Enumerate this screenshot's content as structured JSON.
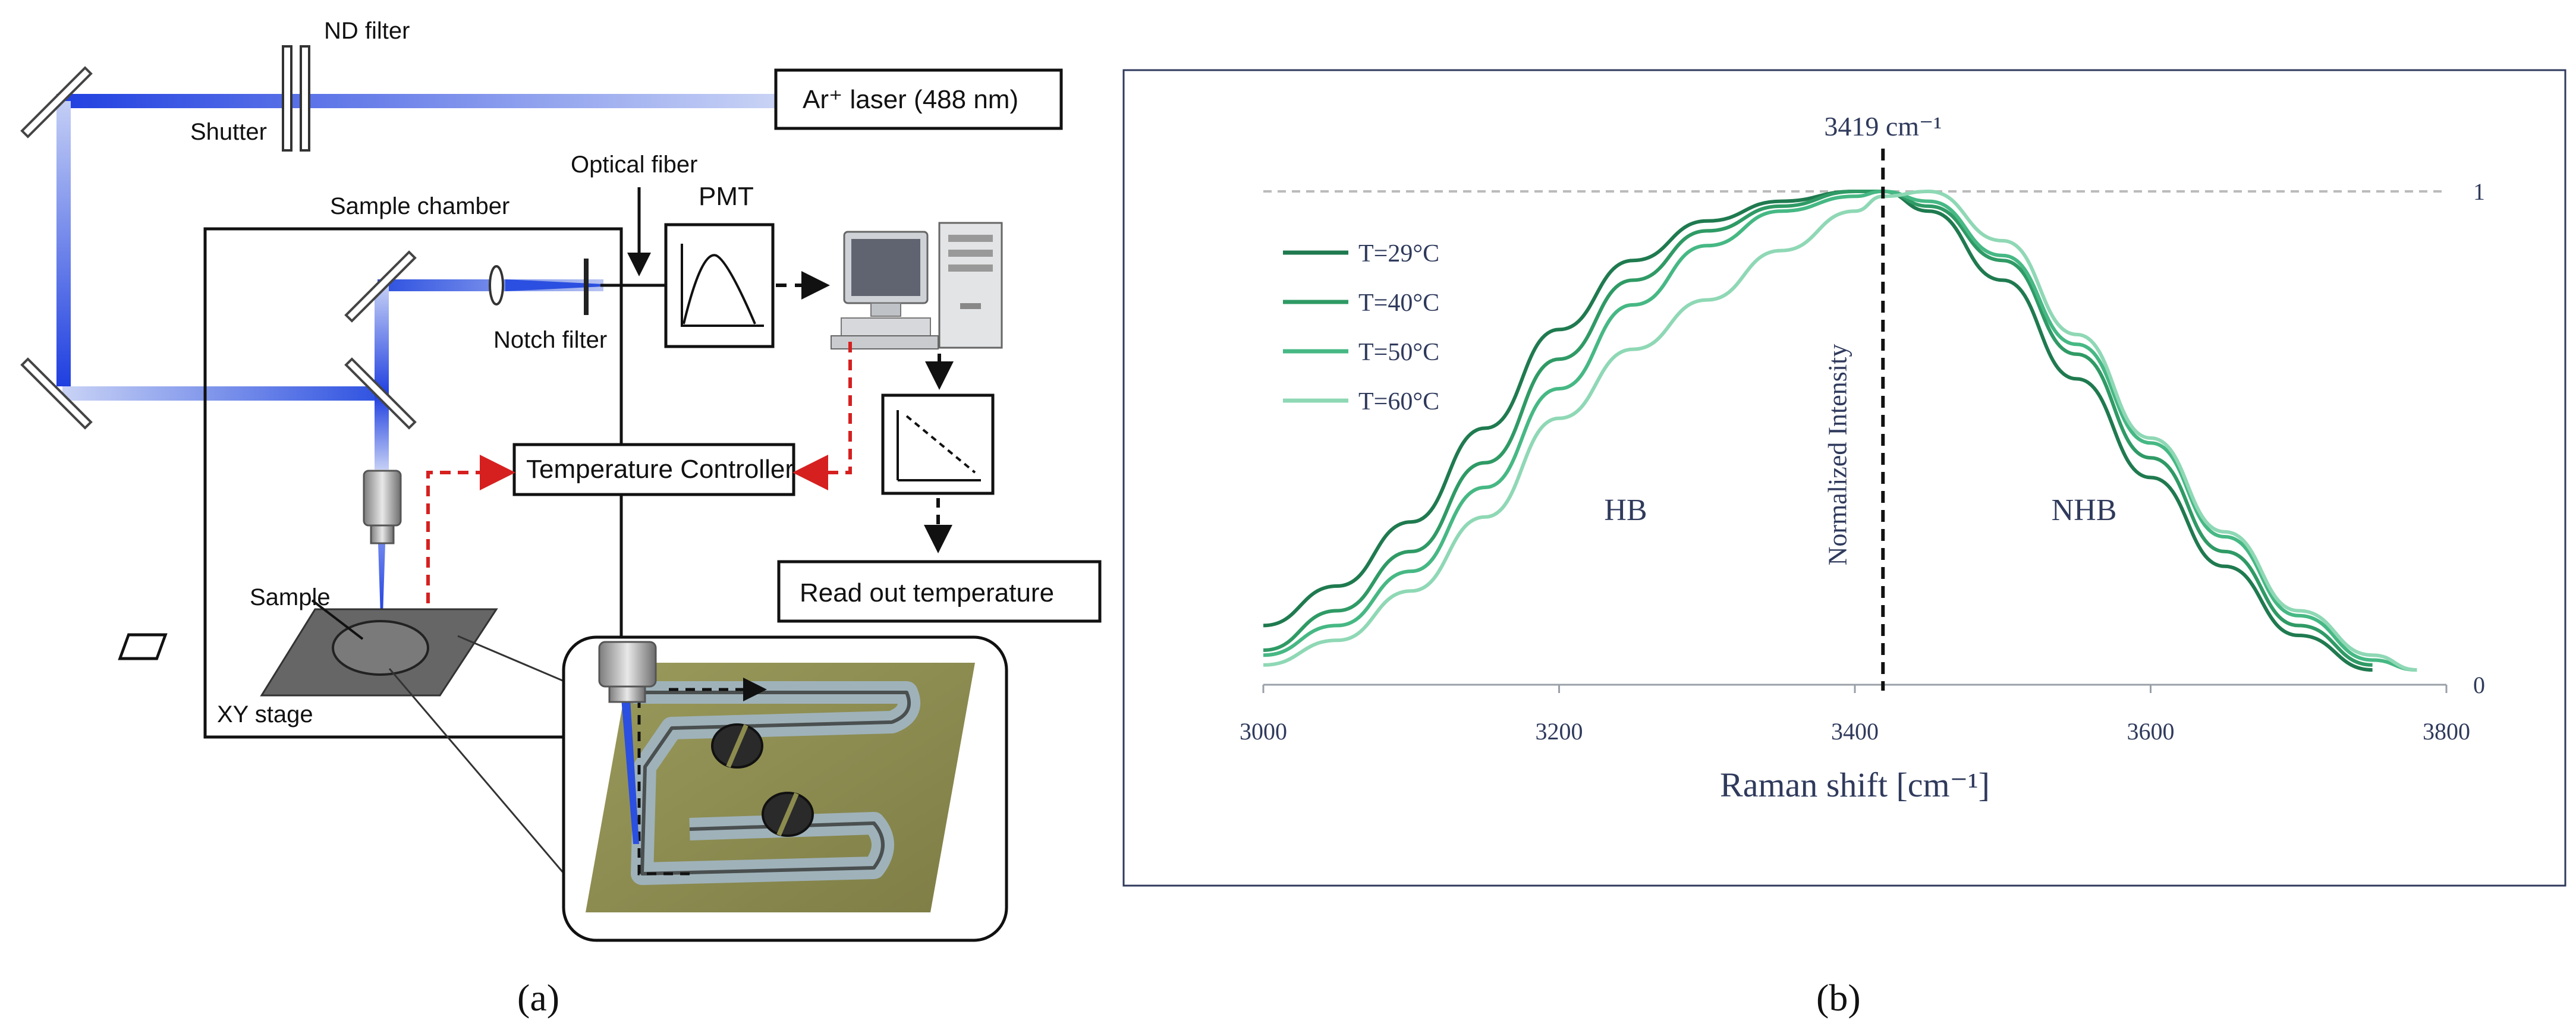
{
  "panel_a": {
    "caption": "(a)",
    "labels": {
      "nd_filter": "ND filter",
      "shutter": "Shutter",
      "laser": "Ar⁺ laser (488 nm)",
      "optical_fiber": "Optical fiber",
      "sample_chamber": "Sample chamber",
      "pmt": "PMT",
      "notch_filter": "Notch filter",
      "temperature_controller": "Temperature Controller",
      "sample": "Sample",
      "xy_stage": "XY stage",
      "read_out": "Read out temperature"
    },
    "colors": {
      "beam": "#2b4fe0",
      "control_line": "#d62020",
      "chip": "#8d8c4f"
    }
  },
  "panel_b": {
    "caption": "(b)",
    "peak_label": "3419 cm⁻¹",
    "region_labels": {
      "hb": "HB",
      "nhb": "NHB"
    }
  },
  "chart_data": {
    "type": "line",
    "title": "",
    "xlabel": "Raman shift [cm⁻¹]",
    "ylabel": "Normalized Intensity",
    "xlim": [
      3000,
      3800
    ],
    "ylim": [
      0,
      1
    ],
    "x_ticks": [
      "3000",
      "3200",
      "3400",
      "3600",
      "3800"
    ],
    "y_ticks": [
      "0",
      "1"
    ],
    "grid": false,
    "legend_position": "top-left",
    "reference_lines": {
      "peak_x": 3419,
      "normalization_y": 1
    },
    "x": [
      3000,
      3050,
      3100,
      3150,
      3200,
      3250,
      3300,
      3350,
      3400,
      3419,
      3450,
      3500,
      3550,
      3600,
      3650,
      3700,
      3750,
      3780
    ],
    "series": [
      {
        "name": "T=29°C",
        "color": "#1f7a4f",
        "values": [
          0.12,
          0.2,
          0.33,
          0.52,
          0.72,
          0.86,
          0.94,
          0.98,
          1.0,
          1.0,
          0.96,
          0.82,
          0.62,
          0.42,
          0.24,
          0.1,
          0.03,
          null
        ]
      },
      {
        "name": "T=40°C",
        "color": "#2f9a65",
        "values": [
          0.07,
          0.15,
          0.27,
          0.45,
          0.66,
          0.82,
          0.92,
          0.97,
          1.0,
          1.0,
          0.97,
          0.86,
          0.67,
          0.46,
          0.27,
          0.12,
          0.04,
          null
        ]
      },
      {
        "name": "T=50°C",
        "color": "#46b884",
        "values": [
          0.06,
          0.12,
          0.23,
          0.4,
          0.6,
          0.77,
          0.89,
          0.96,
          0.99,
          1.0,
          0.98,
          0.87,
          0.69,
          0.49,
          0.3,
          0.14,
          0.05,
          0.03
        ]
      },
      {
        "name": "T=60°C",
        "color": "#8fd8b5",
        "values": [
          0.04,
          0.09,
          0.19,
          0.34,
          0.54,
          0.68,
          0.78,
          0.88,
          0.96,
          0.99,
          1.0,
          0.9,
          0.71,
          0.5,
          0.31,
          0.15,
          0.06,
          0.03
        ]
      }
    ]
  }
}
